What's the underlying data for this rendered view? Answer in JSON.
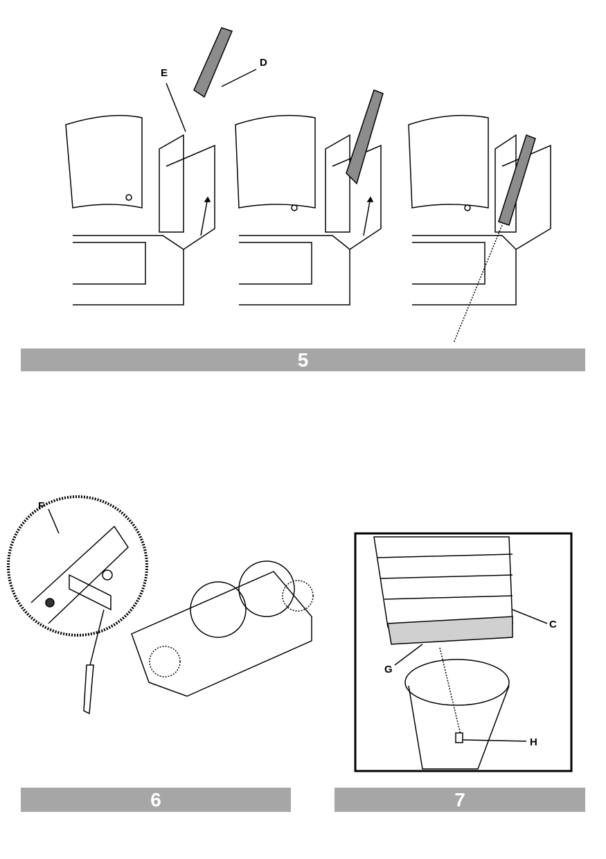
{
  "figures": [
    {
      "number": "5",
      "labels": [
        "E",
        "D"
      ]
    },
    {
      "number": "6",
      "labels": [
        "F"
      ]
    },
    {
      "number": "7",
      "labels": [
        "C",
        "G",
        "H"
      ]
    }
  ],
  "colors": {
    "banner": "#a6a6a6",
    "bracket": "#8c8c8c"
  }
}
